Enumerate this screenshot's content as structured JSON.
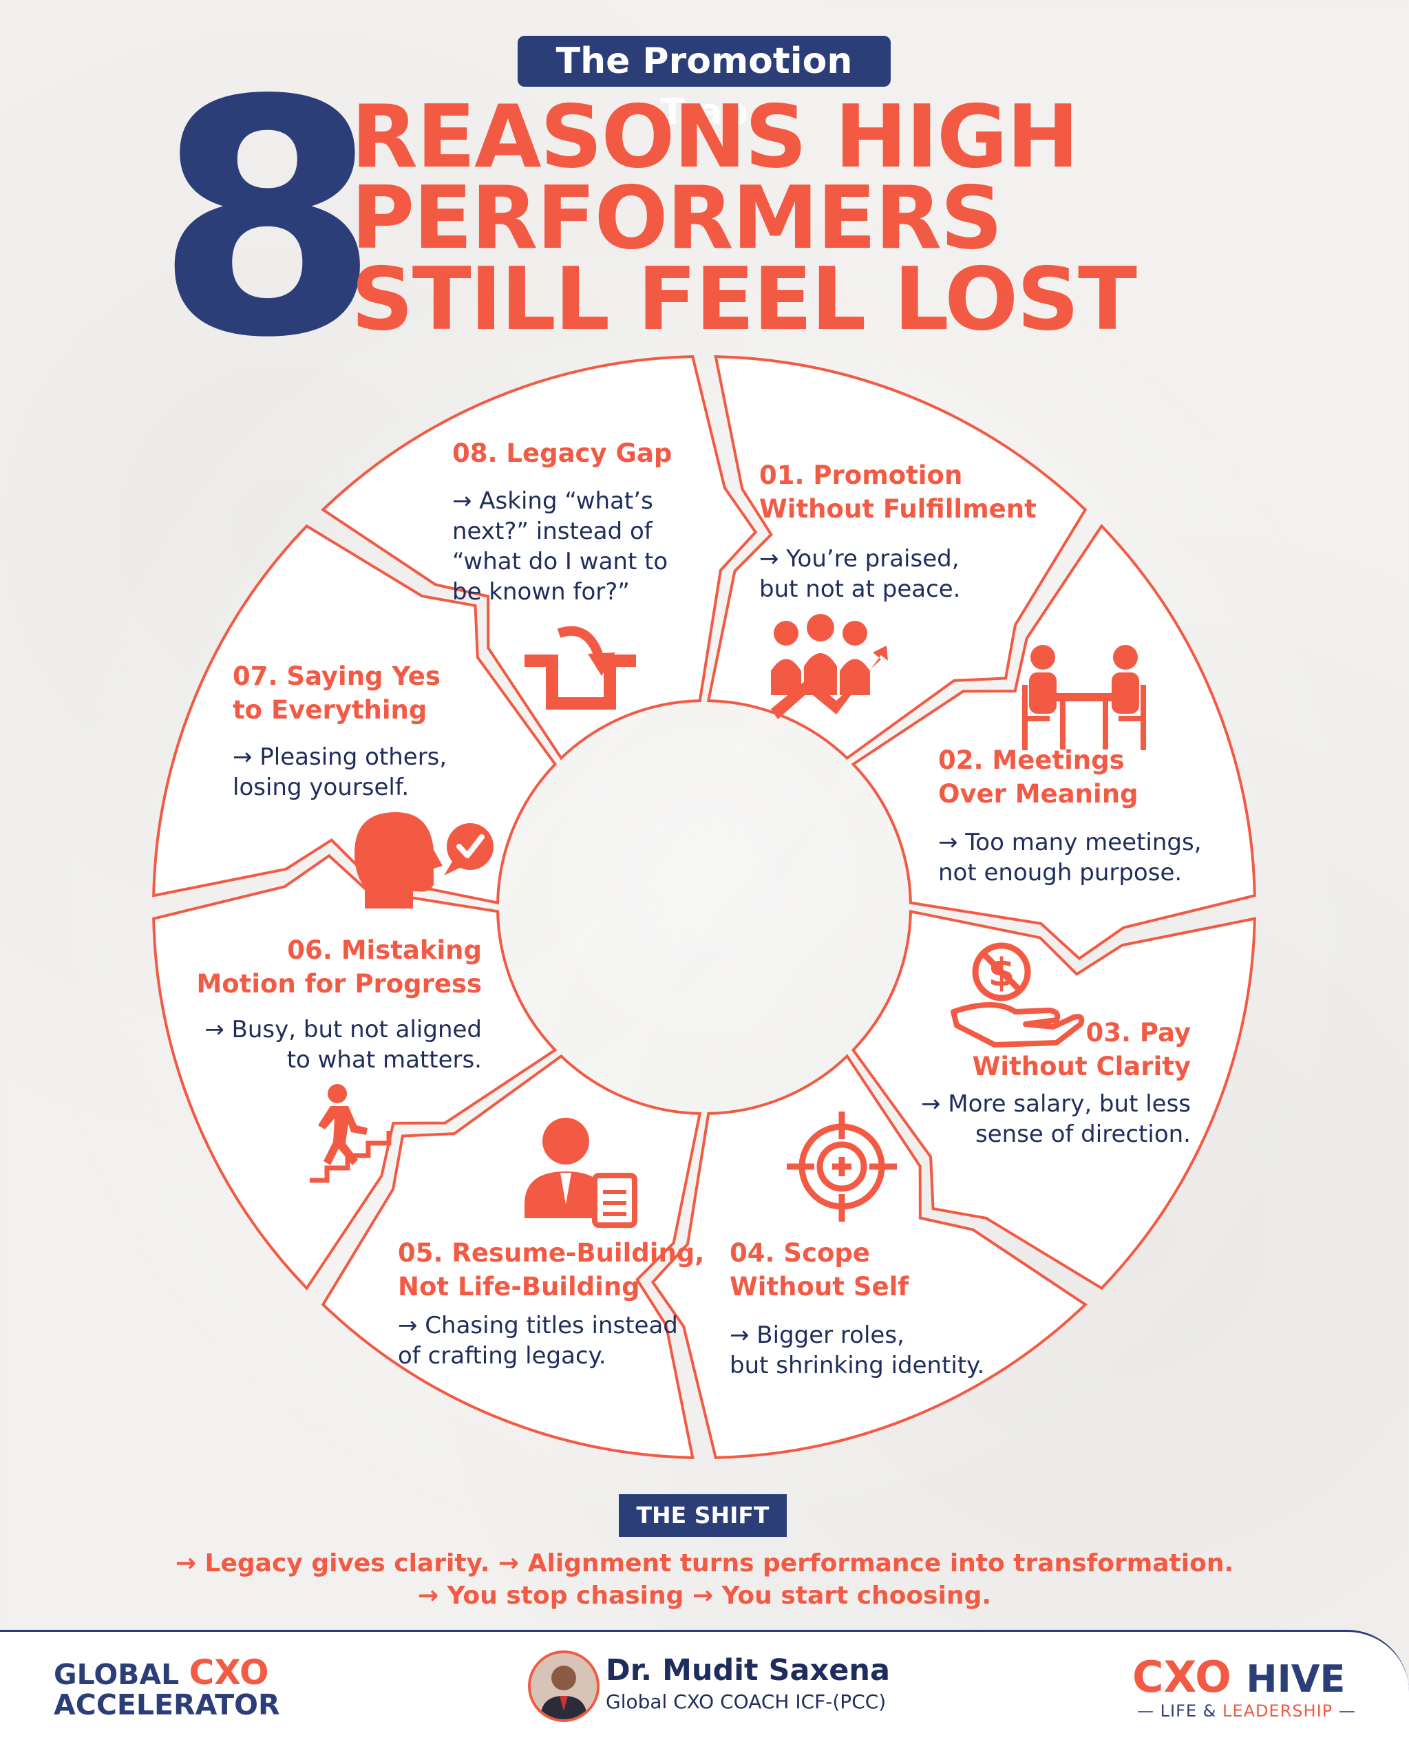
{
  "header": {
    "eyebrow": "The Promotion Trap",
    "number": "8",
    "headline_lines": [
      "REASONS HIGH",
      "PERFORMERS",
      "STILL FEEL LOST"
    ]
  },
  "segments": [
    {
      "title": [
        "01. Promotion",
        "Without Fulfillment"
      ],
      "desc": [
        "→ You’re praised,",
        "but not at peace."
      ],
      "icon": "team-growth-icon"
    },
    {
      "title": [
        "02. Meetings",
        "Over Meaning"
      ],
      "desc": [
        "→ Too many meetings,",
        "not enough purpose."
      ],
      "icon": "meeting-table-icon"
    },
    {
      "title": [
        "03. Pay",
        "Without Clarity"
      ],
      "desc": [
        "→ More salary, but less",
        "sense of direction."
      ],
      "icon": "no-money-hand-icon"
    },
    {
      "title": [
        "04. Scope",
        "Without Self"
      ],
      "desc": [
        "→ Bigger roles,",
        "but shrinking identity."
      ],
      "icon": "target-crosshair-icon"
    },
    {
      "title": [
        "05. Resume-Building,",
        "Not Life-Building"
      ],
      "desc": [
        "→ Chasing titles instead",
        "of crafting legacy."
      ],
      "icon": "person-resume-icon"
    },
    {
      "title": [
        "06. Mistaking",
        "Motion for Progress"
      ],
      "desc": [
        "→ Busy, but not aligned",
        "to what matters."
      ],
      "icon": "person-climbing-stairs-icon"
    },
    {
      "title": [
        "07. Saying Yes",
        "to Everything"
      ],
      "desc": [
        "→ Pleasing others,",
        "losing yourself."
      ],
      "icon": "head-checkmark-icon"
    },
    {
      "title": [
        "08. Legacy Gap"
      ],
      "desc": [
        "→ Asking “what’s",
        "next?” instead of",
        "“what do I want to",
        "be known for?”"
      ],
      "icon": "curved-arrow-icon"
    }
  ],
  "shift": {
    "badge": "THE SHIFT",
    "line1": "→ Legacy gives clarity. → Alignment turns performance into transformation.",
    "line2": "→ You stop chasing → You start choosing."
  },
  "footer": {
    "left_brand_a": "GLOBAL ",
    "left_brand_b": "CXO",
    "left_brand_c": "ACCELERATOR",
    "coach_name": "Dr. Mudit Saxena",
    "coach_title": "Global CXO COACH ICF-(PCC)",
    "right_brand_a": "CXO",
    "right_brand_b": "HIVE",
    "right_sub_a": "— LIFE & ",
    "right_sub_b": "LEADERSHIP",
    "right_sub_c": " —"
  },
  "colors": {
    "accent": "#f25a44",
    "navy": "#2b3e78"
  }
}
